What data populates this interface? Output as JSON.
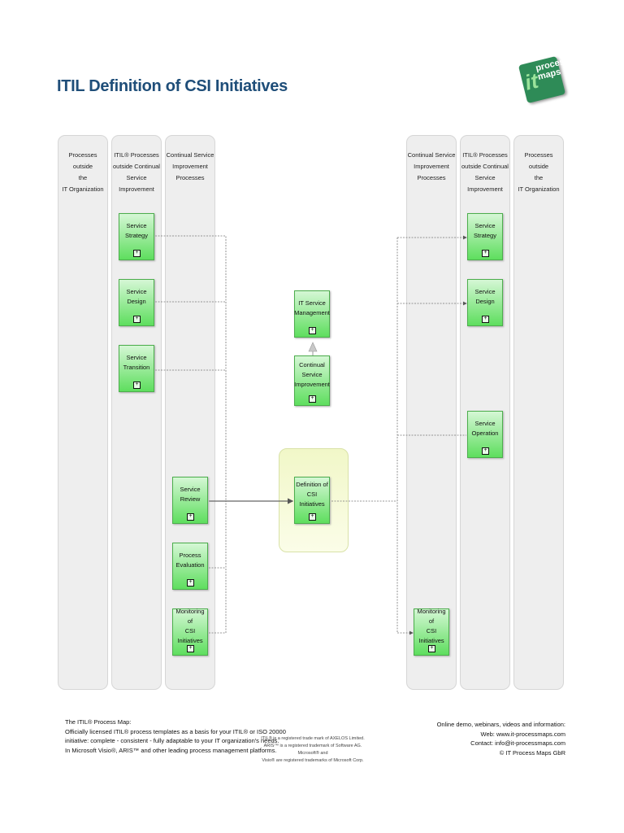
{
  "title": "ITIL Definition of CSI Initiatives",
  "logo": {
    "it": "it",
    "process": "process",
    "maps": "maps"
  },
  "lanes": {
    "left_outside": [
      "Processes outside",
      "the",
      "IT Organization"
    ],
    "left_itil": [
      "ITIL® Processes",
      "outside Continual",
      "Service",
      "Improvement"
    ],
    "left_csi": [
      "Continual Service",
      "Improvement",
      "Processes"
    ],
    "right_csi": [
      "Continual Service",
      "Improvement",
      "Processes"
    ],
    "right_itil": [
      "ITIL® Processes",
      "outside Continual",
      "Service",
      "Improvement"
    ],
    "right_outside": [
      "Processes outside",
      "the",
      "IT Organization"
    ]
  },
  "boxes": {
    "l_strategy": "Service Strategy",
    "l_design": "Service Design",
    "l_transition": [
      "Service",
      "Transition"
    ],
    "l_review": "Service Review",
    "l_evaluation": [
      "Process",
      "Evaluation"
    ],
    "l_monitoring": [
      "Monitoring of",
      "CSI Initiatives"
    ],
    "itsm": [
      "IT Service",
      "Management"
    ],
    "csi": [
      "Continual",
      "Service",
      "Improvement"
    ],
    "definition": [
      "Definition of CSI",
      "Initiatives"
    ],
    "r_strategy": "Service Strategy",
    "r_design": "Service Design",
    "r_operation": [
      "Service",
      "Operation"
    ],
    "r_monitoring": [
      "Monitoring of",
      "CSI Initiatives"
    ]
  },
  "plus": "+",
  "footer_left": [
    "The ITIL® Process Map:",
    "Officially licensed ITIL® process templates as a basis for your ITIL® or ISO 20000",
    "initiative: complete - consistent - fully adaptable to your IT organization's needs.",
    "In Microsoft Visio®, ARIS™ and other leading process management platforms."
  ],
  "footer_mid": [
    "ITIL® is a registered trade mark of AXELOS Limited.",
    "ARIS™ is a registered trademark of Software AG. Microsoft® and",
    "Visio® are registered trademarks of Microsoft Corp."
  ],
  "footer_right": [
    "Online demo, webinars, videos and information:",
    "Web: www.it-processmaps.com",
    "Contact: info@it-processmaps.com",
    "© IT Process Maps GbR"
  ],
  "colors": {
    "title": "#1f4e79",
    "box_green": "#5ede5e",
    "lane_gray": "#eeeeee",
    "center_panel": "#f1f7c8"
  }
}
